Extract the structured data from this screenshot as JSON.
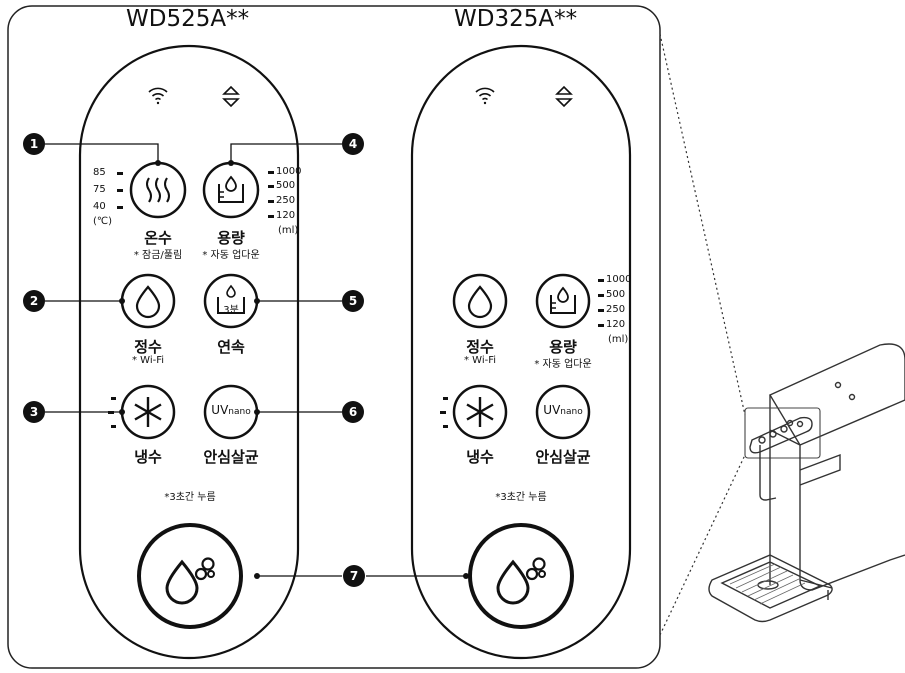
{
  "panels": {
    "left": {
      "model": "WD525A**",
      "hot": {
        "label": "온수",
        "note": "* 잠금/풀림",
        "temps": [
          "85",
          "75",
          "40"
        ],
        "unit": "(℃)"
      },
      "volume": {
        "label": "용량",
        "note": "* 자동 업다운",
        "levels": [
          "1000",
          "500",
          "250",
          "120"
        ],
        "unit": "(ml)"
      },
      "purified": {
        "label": "정수",
        "note": "* Wi-Fi"
      },
      "continuous": {
        "label": "연속",
        "icon_text": "3분"
      },
      "cold": {
        "label": "냉수"
      },
      "uv": {
        "label": "안심살균",
        "icon_text": "UV",
        "icon_sub": "nano"
      },
      "hold_note": "*3초간 누름"
    },
    "right": {
      "model": "WD325A**",
      "purified": {
        "label": "정수",
        "note": "* Wi-Fi"
      },
      "volume": {
        "label": "용량",
        "note": "* 자동 업다운",
        "levels": [
          "1000",
          "500",
          "250",
          "120"
        ],
        "unit": "(ml)"
      },
      "cold": {
        "label": "냉수"
      },
      "uv": {
        "label": "안심살균",
        "icon_text": "UV",
        "icon_sub": "nano"
      },
      "hold_note": "*3초간 누름"
    }
  },
  "callouts": [
    "1",
    "2",
    "3",
    "4",
    "5",
    "6",
    "7"
  ]
}
